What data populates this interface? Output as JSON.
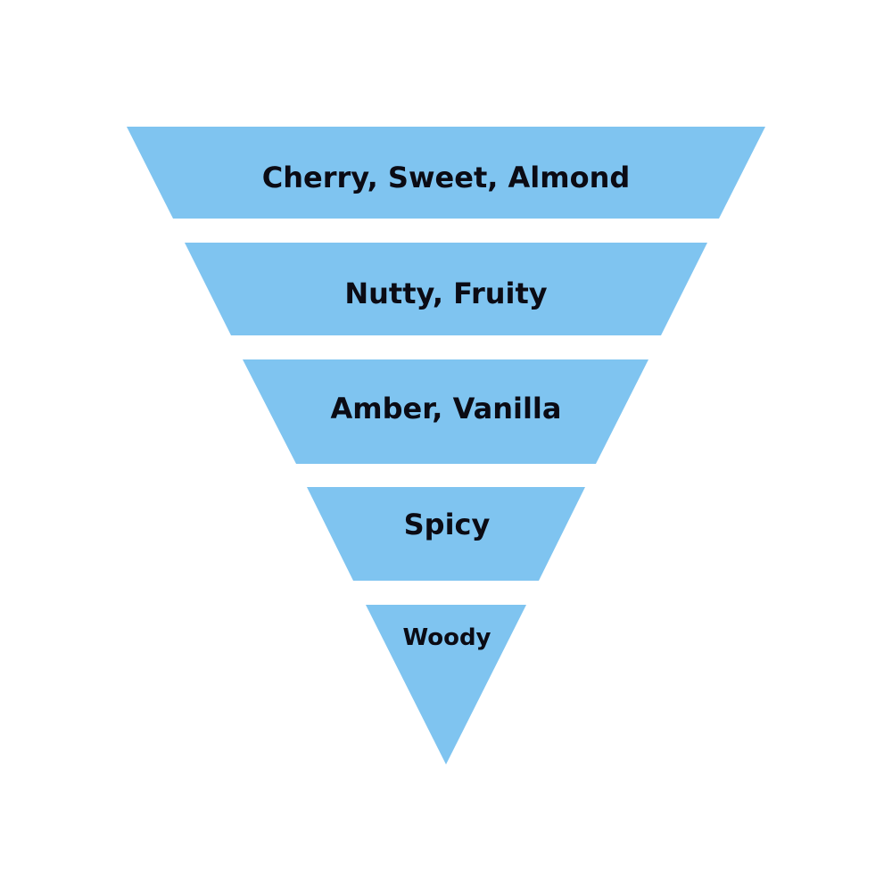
{
  "diagram": {
    "type": "inverted-pyramid",
    "fill_color": "#7fc4f0",
    "text_color": "#0b0b14",
    "layers": [
      {
        "label": "Cherry, Sweet, Almond"
      },
      {
        "label": "Nutty, Fruity"
      },
      {
        "label": "Amber, Vanilla"
      },
      {
        "label": "Spicy"
      },
      {
        "label": "Woody"
      }
    ]
  }
}
